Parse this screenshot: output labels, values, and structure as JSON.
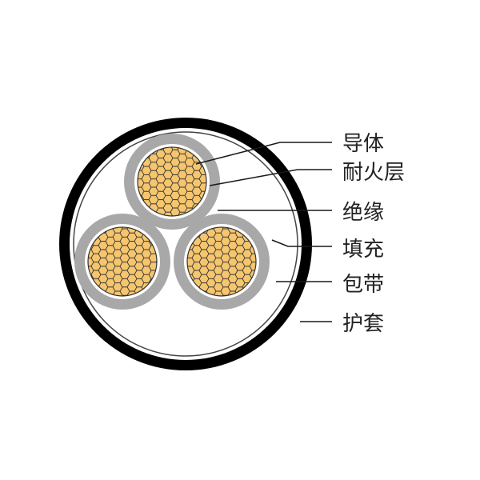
{
  "diagram": {
    "labels": [
      {
        "key": "conductor",
        "text": "导体"
      },
      {
        "key": "fire_layer",
        "text": "耐火层"
      },
      {
        "key": "insulation",
        "text": "绝缘"
      },
      {
        "key": "filler",
        "text": "填充"
      },
      {
        "key": "tape",
        "text": "包带"
      },
      {
        "key": "sheath",
        "text": "护套"
      }
    ],
    "colors": {
      "sheath": "#000000",
      "tape_line": "#444444",
      "filler": "#ffffff",
      "insulation": "#a8a8a8",
      "fire_layer": "#ffffff",
      "conductor_fill": "#f6c66e",
      "conductor_wire": "#333333"
    },
    "icon": "three-core-cable-cross-section"
  }
}
